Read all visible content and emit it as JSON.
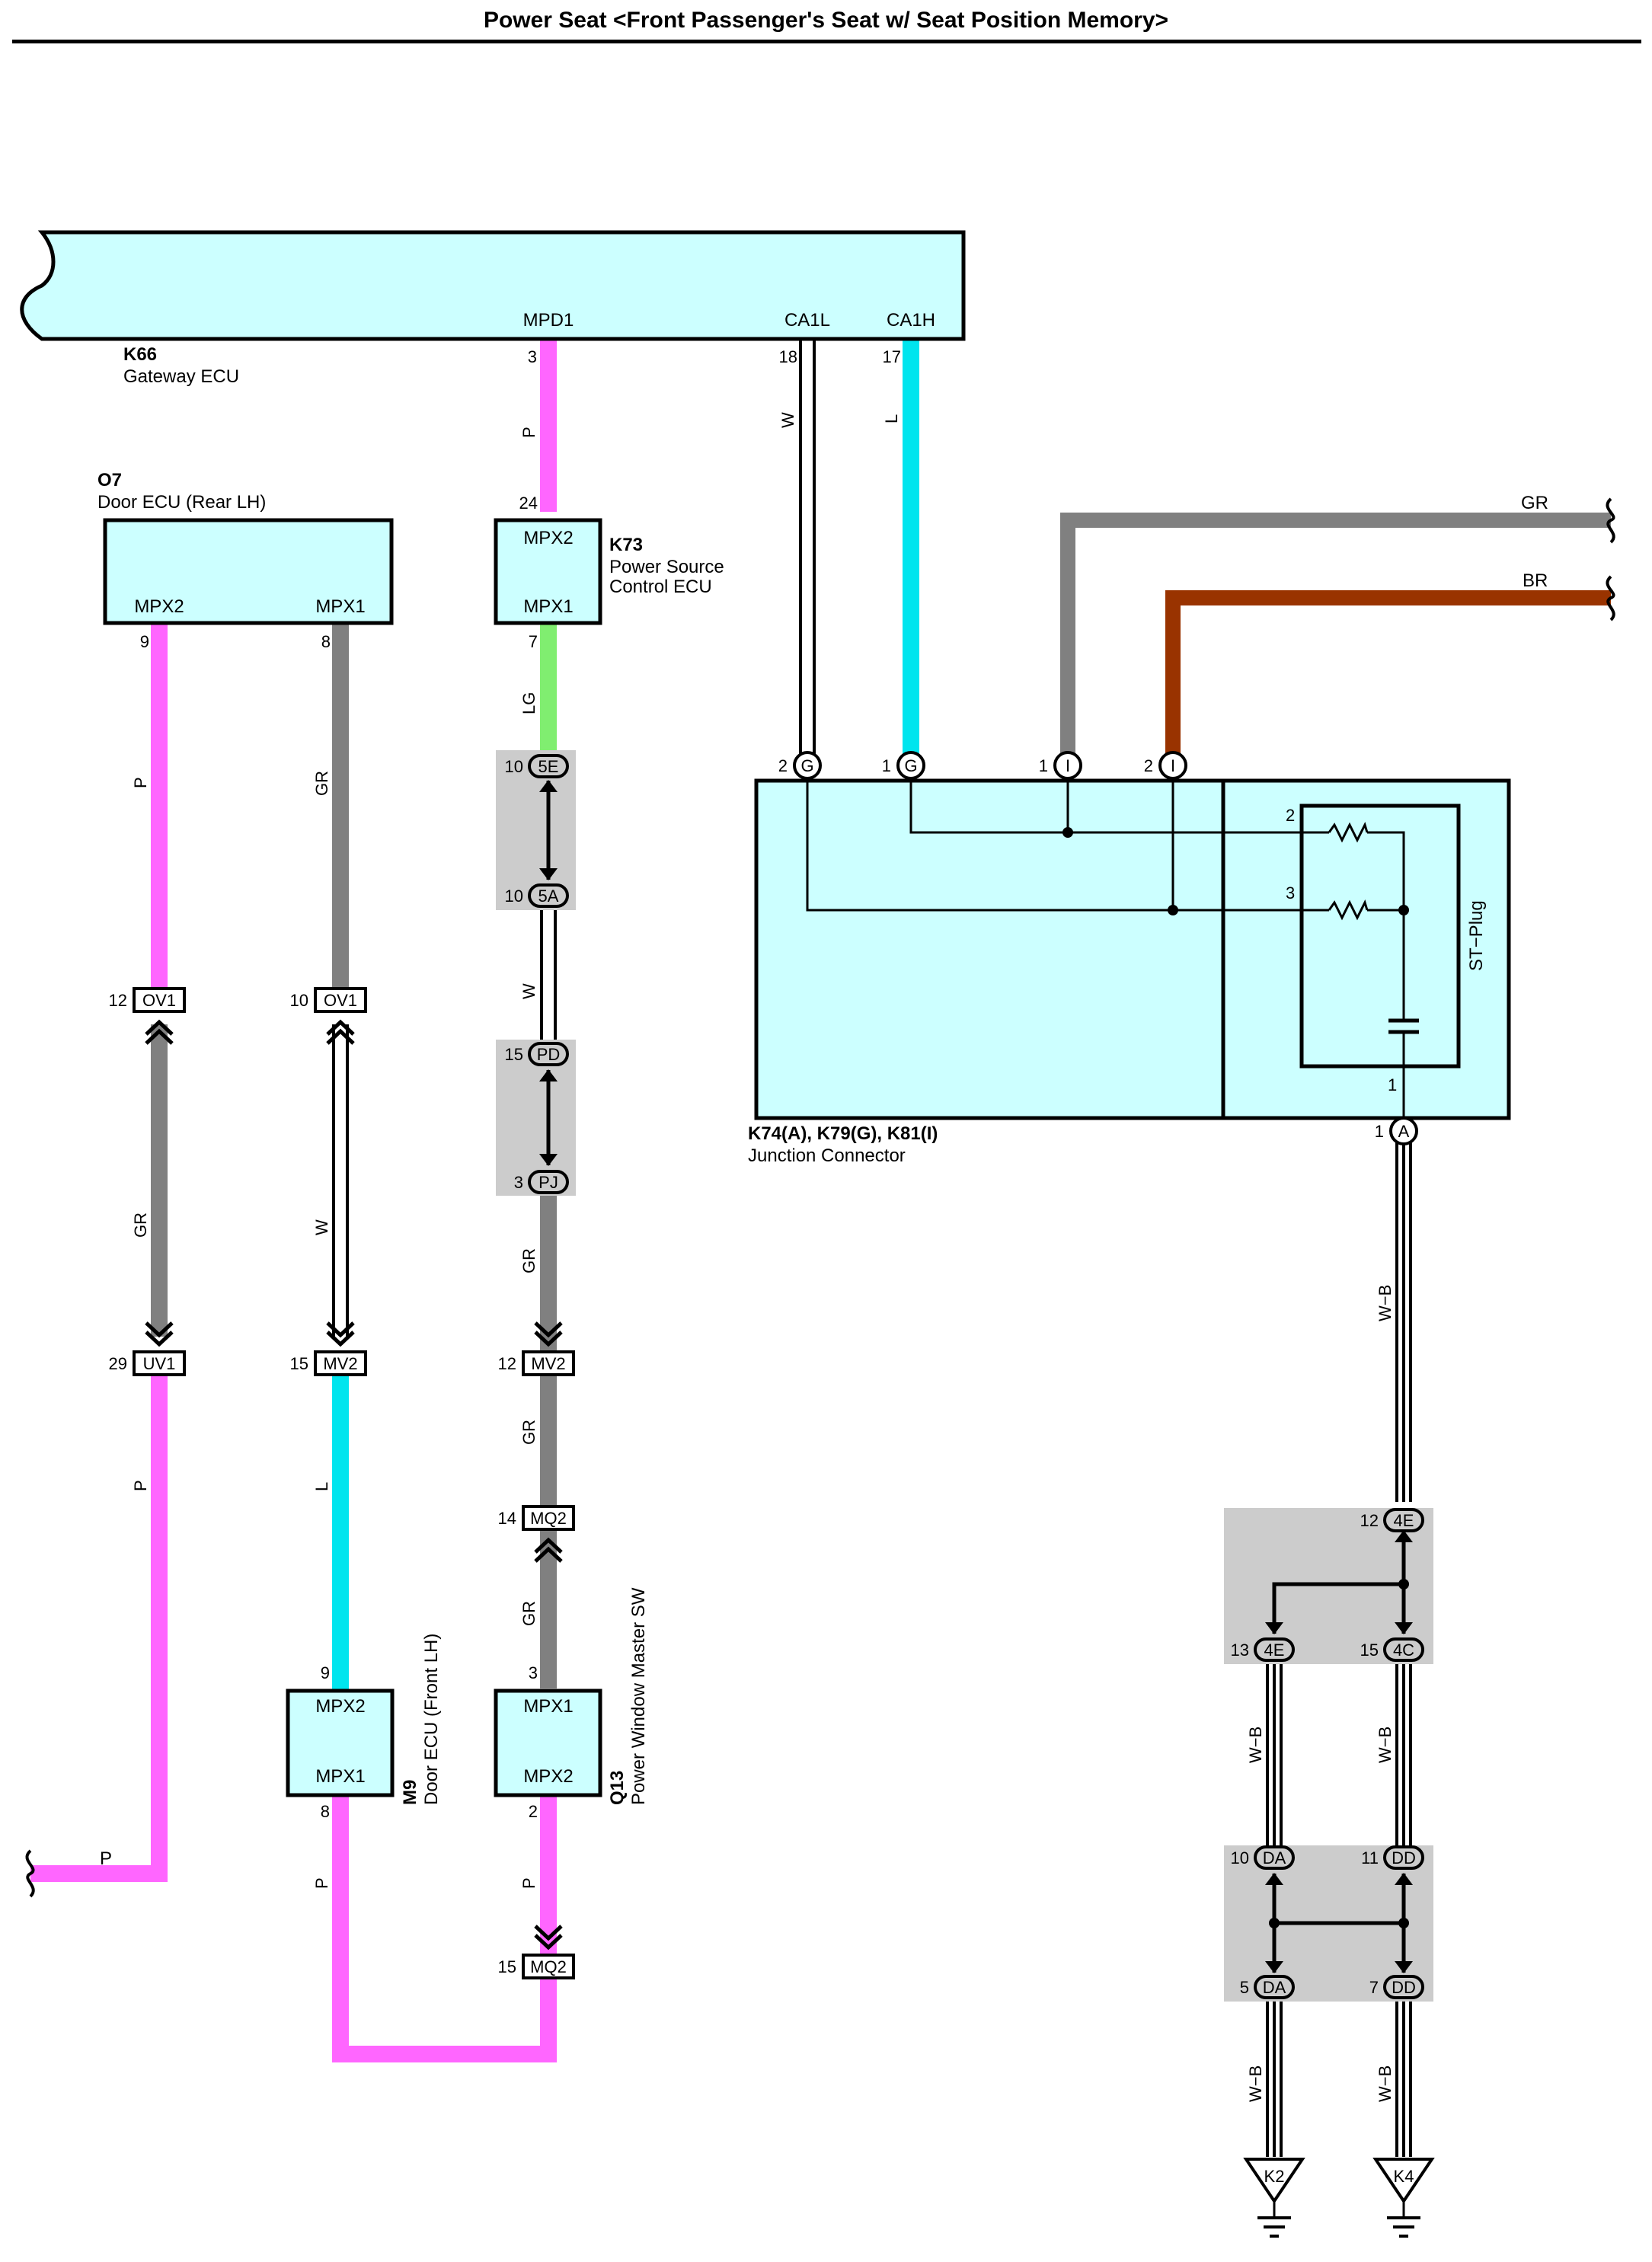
{
  "title": "Power Seat <Front Passenger's Seat w/ Seat Position Memory>",
  "colors": {
    "P": "#ff66ff",
    "L": "#00e5ee",
    "GR": "#808080",
    "LG": "#80ee70",
    "W": "#ffffff",
    "BR": "#993300",
    "W-B": "#ffffff",
    "ecu_fill": "#ccffff",
    "connector_fill": "#cccccc"
  },
  "components": {
    "k66": {
      "code": "K66",
      "name": "Gateway ECU",
      "mpd1": "MPD1",
      "ca1l": "CA1L",
      "ca1h": "CA1H",
      "pin_mpd1": "3",
      "pin_ca1l": "18",
      "pin_ca1h": "17"
    },
    "o7": {
      "code": "O7",
      "name": "Door ECU (Rear LH)",
      "t1": "MPX2",
      "t2": "MPX1",
      "p1": "9",
      "p2": "8"
    },
    "k73": {
      "code": "K73",
      "name1": "Power Source",
      "name2": "Control ECU",
      "t1": "MPX2",
      "t2": "MPX1",
      "p1": "24",
      "p2": "7"
    },
    "m9": {
      "code": "M9",
      "name": "Door ECU (Front LH)",
      "t1": "MPX2",
      "t2": "MPX1",
      "p1": "9",
      "p2": "8"
    },
    "q13": {
      "code": "Q13",
      "name": "Power Window Master SW",
      "t1": "MPX1",
      "t2": "MPX2",
      "p1": "3",
      "p2": "2"
    },
    "jc": {
      "code": "K74(A), K79(G), K81(I)",
      "name": "Junction Connector",
      "stplug": "ST−Plug",
      "g2": "2",
      "g1": "1",
      "i1": "1",
      "i2": "2",
      "r2": "2",
      "r3": "3",
      "c1": "1",
      "a1": "1",
      "gL": "G",
      "iL": "I",
      "aL": "A"
    }
  },
  "connectors": {
    "c5E": {
      "pin": "10",
      "label": "5E"
    },
    "c5A": {
      "pin": "10",
      "label": "5A"
    },
    "cPD": {
      "pin": "15",
      "label": "PD"
    },
    "cPJ": {
      "pin": "3",
      "label": "PJ"
    },
    "cOV1a": {
      "pin": "12",
      "label": "OV1"
    },
    "cOV1b": {
      "pin": "10",
      "label": "OV1"
    },
    "cUV1": {
      "pin": "29",
      "label": "UV1"
    },
    "cMV2a": {
      "pin": "15",
      "label": "MV2"
    },
    "cMV2b": {
      "pin": "12",
      "label": "MV2"
    },
    "cMQ2a": {
      "pin": "14",
      "label": "MQ2"
    },
    "cMQ2b": {
      "pin": "15",
      "label": "MQ2"
    },
    "c4Ea": {
      "pin": "12",
      "label": "4E"
    },
    "c4Eb": {
      "pin": "13",
      "label": "4E"
    },
    "c4C": {
      "pin": "15",
      "label": "4C"
    },
    "cDAa": {
      "pin": "10",
      "label": "DA"
    },
    "cDDa": {
      "pin": "11",
      "label": "DD"
    },
    "cDAb": {
      "pin": "5",
      "label": "DA"
    },
    "cDDb": {
      "pin": "7",
      "label": "DD"
    }
  },
  "wires": {
    "P": "P",
    "L": "L",
    "GR": "GR",
    "LG": "LG",
    "W": "W",
    "BR": "BR",
    "WB": "W−B"
  },
  "grounds": {
    "g1": "K2",
    "g2": "K4"
  }
}
